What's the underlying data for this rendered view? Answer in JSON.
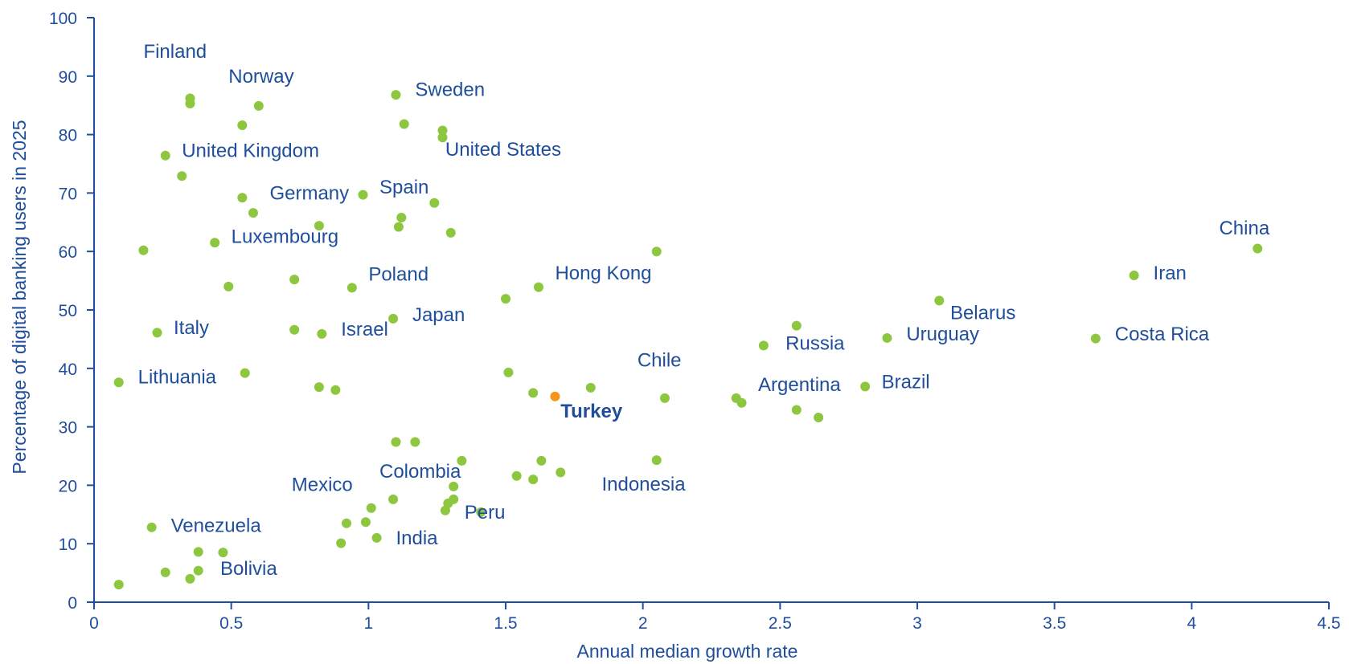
{
  "chart_data": {
    "type": "scatter",
    "title": "",
    "xlabel": "Annual median growth rate",
    "ylabel": "Percentage of digital banking users in 2025",
    "xlim": [
      0,
      4.5
    ],
    "ylim": [
      0,
      100
    ],
    "xticks": [
      "0",
      "0.5",
      "1",
      "1.5",
      "2",
      "2.5",
      "3",
      "3.5",
      "4",
      "4.5"
    ],
    "yticks": [
      "0",
      "10",
      "20",
      "30",
      "40",
      "50",
      "60",
      "70",
      "80",
      "90",
      "100"
    ],
    "grid": false,
    "legend": "none",
    "colors": {
      "point": "#8dc63f",
      "highlight": "#f7941d",
      "text": "#1f4e9c",
      "axis": "#1f4e9c"
    },
    "points": [
      {
        "x": 0.35,
        "y": 86.2
      },
      {
        "x": 0.35,
        "y": 85.3
      },
      {
        "x": 0.6,
        "y": 84.9
      },
      {
        "x": 0.54,
        "y": 81.6
      },
      {
        "x": 1.1,
        "y": 86.8
      },
      {
        "x": 1.13,
        "y": 81.8
      },
      {
        "x": 1.27,
        "y": 80.7
      },
      {
        "x": 1.27,
        "y": 79.5
      },
      {
        "x": 0.26,
        "y": 76.4
      },
      {
        "x": 0.32,
        "y": 72.9
      },
      {
        "x": 0.54,
        "y": 69.2
      },
      {
        "x": 0.58,
        "y": 66.6
      },
      {
        "x": 0.98,
        "y": 69.7
      },
      {
        "x": 1.12,
        "y": 65.8
      },
      {
        "x": 1.11,
        "y": 64.2
      },
      {
        "x": 1.24,
        "y": 68.3
      },
      {
        "x": 1.3,
        "y": 63.2
      },
      {
        "x": 0.82,
        "y": 64.4
      },
      {
        "x": 0.44,
        "y": 61.5
      },
      {
        "x": 0.18,
        "y": 60.2
      },
      {
        "x": 0.49,
        "y": 54.0
      },
      {
        "x": 0.73,
        "y": 55.2
      },
      {
        "x": 0.94,
        "y": 53.8
      },
      {
        "x": 1.09,
        "y": 48.5
      },
      {
        "x": 0.73,
        "y": 46.6
      },
      {
        "x": 0.83,
        "y": 45.9
      },
      {
        "x": 0.23,
        "y": 46.1
      },
      {
        "x": 0.09,
        "y": 37.6
      },
      {
        "x": 0.55,
        "y": 39.2
      },
      {
        "x": 0.82,
        "y": 36.8
      },
      {
        "x": 0.88,
        "y": 36.3
      },
      {
        "x": 1.5,
        "y": 51.9
      },
      {
        "x": 1.62,
        "y": 53.9
      },
      {
        "x": 2.05,
        "y": 60.0
      },
      {
        "x": 1.51,
        "y": 39.3
      },
      {
        "x": 1.6,
        "y": 35.8
      },
      {
        "x": 1.81,
        "y": 36.7
      },
      {
        "x": 2.08,
        "y": 34.9
      },
      {
        "x": 2.34,
        "y": 34.9
      },
      {
        "x": 2.36,
        "y": 34.1
      },
      {
        "x": 2.44,
        "y": 43.9
      },
      {
        "x": 2.56,
        "y": 47.3
      },
      {
        "x": 2.56,
        "y": 32.9
      },
      {
        "x": 2.64,
        "y": 31.6
      },
      {
        "x": 2.81,
        "y": 36.9
      },
      {
        "x": 2.89,
        "y": 45.2
      },
      {
        "x": 3.08,
        "y": 51.6
      },
      {
        "x": 3.65,
        "y": 45.1
      },
      {
        "x": 3.79,
        "y": 55.9
      },
      {
        "x": 4.24,
        "y": 60.5
      },
      {
        "x": 1.68,
        "y": 35.2,
        "highlight": true
      },
      {
        "x": 1.1,
        "y": 27.4
      },
      {
        "x": 1.17,
        "y": 27.4
      },
      {
        "x": 1.34,
        "y": 24.2
      },
      {
        "x": 1.63,
        "y": 24.2
      },
      {
        "x": 2.05,
        "y": 24.3
      },
      {
        "x": 1.54,
        "y": 21.6
      },
      {
        "x": 1.6,
        "y": 21.0
      },
      {
        "x": 1.7,
        "y": 22.2
      },
      {
        "x": 1.31,
        "y": 19.8
      },
      {
        "x": 1.31,
        "y": 17.6
      },
      {
        "x": 1.29,
        "y": 16.9
      },
      {
        "x": 1.28,
        "y": 15.7
      },
      {
        "x": 1.41,
        "y": 15.4
      },
      {
        "x": 1.09,
        "y": 17.6
      },
      {
        "x": 1.01,
        "y": 16.1
      },
      {
        "x": 0.92,
        "y": 13.5
      },
      {
        "x": 0.99,
        "y": 13.7
      },
      {
        "x": 1.03,
        "y": 11.0
      },
      {
        "x": 0.9,
        "y": 10.1
      },
      {
        "x": 0.21,
        "y": 12.8
      },
      {
        "x": 0.38,
        "y": 8.6
      },
      {
        "x": 0.47,
        "y": 8.5
      },
      {
        "x": 0.26,
        "y": 5.1
      },
      {
        "x": 0.38,
        "y": 5.4
      },
      {
        "x": 0.35,
        "y": 4.0
      },
      {
        "x": 0.09,
        "y": 3.0
      }
    ],
    "labels": [
      {
        "text": "Finland",
        "x": 0.18,
        "y": 93.1
      },
      {
        "text": "Norway",
        "x": 0.49,
        "y": 88.9
      },
      {
        "text": "Sweden",
        "x": 1.17,
        "y": 86.6
      },
      {
        "text": "United States",
        "x": 1.28,
        "y": 76.4
      },
      {
        "text": "United Kingdom",
        "x": 0.32,
        "y": 76.2
      },
      {
        "text": "Germany",
        "x": 0.64,
        "y": 68.9
      },
      {
        "text": "Spain",
        "x": 1.04,
        "y": 69.9
      },
      {
        "text": "Luxembourg",
        "x": 0.5,
        "y": 61.5
      },
      {
        "text": "China",
        "x": 4.1,
        "y": 62.9
      },
      {
        "text": "Poland",
        "x": 1.0,
        "y": 55.0
      },
      {
        "text": "Hong Kong",
        "x": 1.68,
        "y": 55.2
      },
      {
        "text": "Iran",
        "x": 3.86,
        "y": 55.2
      },
      {
        "text": "Japan",
        "x": 1.16,
        "y": 48.1
      },
      {
        "text": "Belarus",
        "x": 3.12,
        "y": 48.4
      },
      {
        "text": "Italy",
        "x": 0.29,
        "y": 45.9
      },
      {
        "text": "Israel",
        "x": 0.9,
        "y": 45.6
      },
      {
        "text": "Uruguay",
        "x": 2.96,
        "y": 44.8
      },
      {
        "text": "Costa Rica",
        "x": 3.72,
        "y": 44.8
      },
      {
        "text": "Russia",
        "x": 2.52,
        "y": 43.2
      },
      {
        "text": "Chile",
        "x": 1.98,
        "y": 40.3
      },
      {
        "text": "Lithuania",
        "x": 0.16,
        "y": 37.4
      },
      {
        "text": "Brazil",
        "x": 2.87,
        "y": 36.6
      },
      {
        "text": "Argentina",
        "x": 2.42,
        "y": 36.1
      },
      {
        "text": "Turkey",
        "x": 1.7,
        "y": 31.6,
        "highlight": true
      },
      {
        "text": "Colombia",
        "x": 1.04,
        "y": 21.3
      },
      {
        "text": "Indonesia",
        "x": 1.85,
        "y": 19.1
      },
      {
        "text": "Mexico",
        "x": 0.72,
        "y": 19.0
      },
      {
        "text": "Peru",
        "x": 1.35,
        "y": 14.3
      },
      {
        "text": "Venezuela",
        "x": 0.28,
        "y": 12.0
      },
      {
        "text": "India",
        "x": 1.1,
        "y": 9.9
      },
      {
        "text": "Bolivia",
        "x": 0.46,
        "y": 4.7
      }
    ]
  }
}
